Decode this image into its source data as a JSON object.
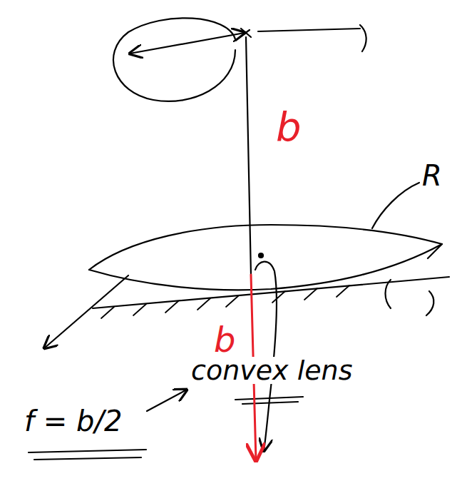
{
  "diagram": {
    "labels": [
      "b",
      "R",
      "b",
      "f = b/2",
      "convex lens"
    ]
  }
}
